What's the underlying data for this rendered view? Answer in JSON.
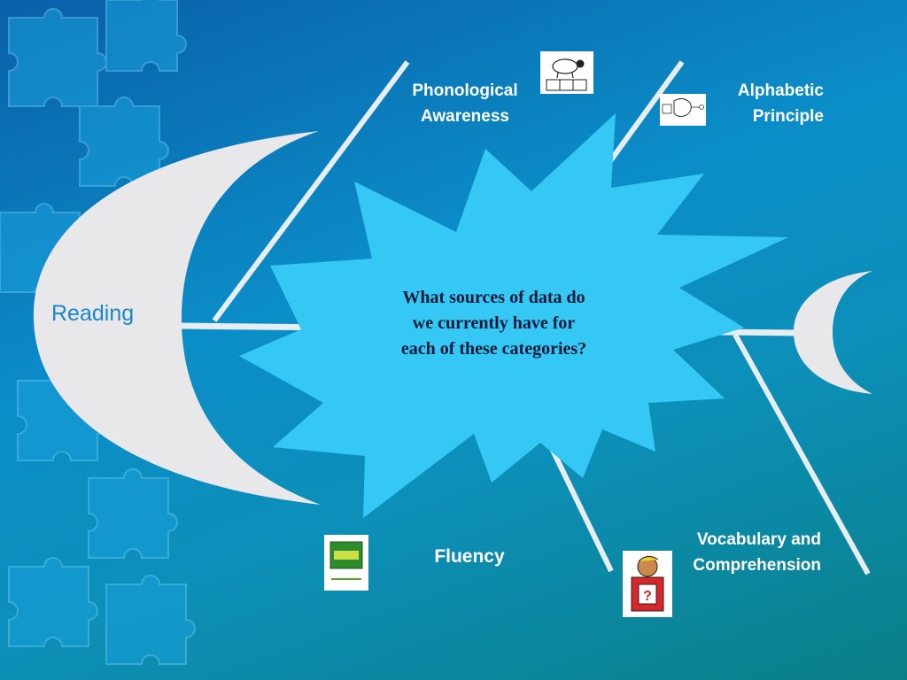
{
  "reading_label": "Reading",
  "question": {
    "line1": "What sources of data do",
    "line2": "we currently have for",
    "line3": "each of these categories?"
  },
  "categories": {
    "phonological": {
      "line1": "Phonological",
      "line2": "Awareness"
    },
    "alphabetic": {
      "line1": "Alphabetic",
      "line2": "Principle"
    },
    "fluency": {
      "line1": "Fluency"
    },
    "vocabulary": {
      "line1": "Vocabulary and",
      "line2": "Comprehension"
    }
  },
  "icons": {
    "phonological": "sheep-sound-boxes-icon",
    "alphabetic": "letter-sound-icon",
    "fluency": "fluency-sign-icon",
    "vocabulary": "question-book-icon"
  },
  "colors": {
    "starburst": "#35c8f5",
    "crescent": "#e8e8ea",
    "bones": "#e6eef2",
    "reading_text": "#1a88c8",
    "label_text": "#ffffff"
  }
}
